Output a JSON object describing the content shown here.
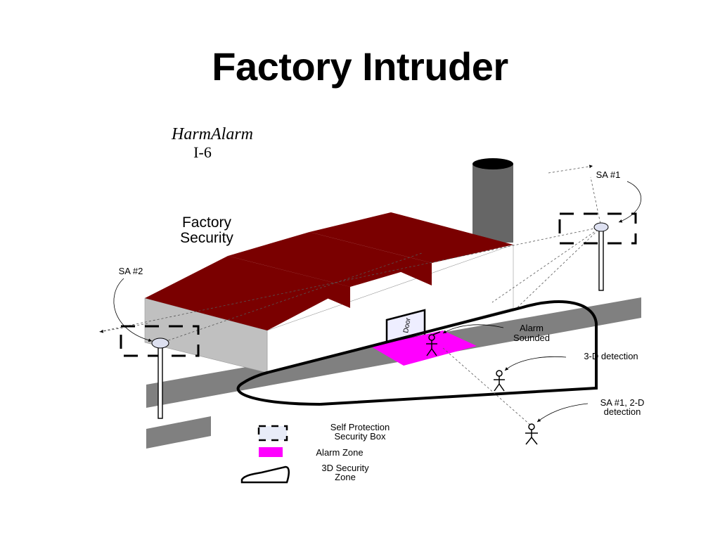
{
  "title": "Factory Intruder",
  "brand": {
    "name": "HarmAlarm",
    "model": "I-6"
  },
  "building_label": [
    "Factory",
    "Security"
  ],
  "door_label": "Door",
  "sensors": [
    {
      "id": "sa1",
      "label": "SA #1"
    },
    {
      "id": "sa2",
      "label": "SA #2"
    }
  ],
  "callouts": {
    "alarm_sounded": [
      "Alarm",
      "Sounded"
    ],
    "detection_3d": "3-D detection",
    "detection_2d": [
      "SA #1, 2-D",
      "detection"
    ]
  },
  "legend": [
    {
      "icon": "security-box",
      "lines": [
        "Self Protection",
        "Security Box"
      ]
    },
    {
      "icon": "alarm-zone",
      "lines": [
        "Alarm Zone"
      ]
    },
    {
      "icon": "security-zone",
      "lines": [
        "3D Security",
        "Zone"
      ]
    }
  ],
  "colors": {
    "roof": "#7a0000",
    "wall_side": "#c0c0c0",
    "road": "#808080",
    "chimney": "#666666",
    "alarm_zone": "#ff00ff"
  }
}
